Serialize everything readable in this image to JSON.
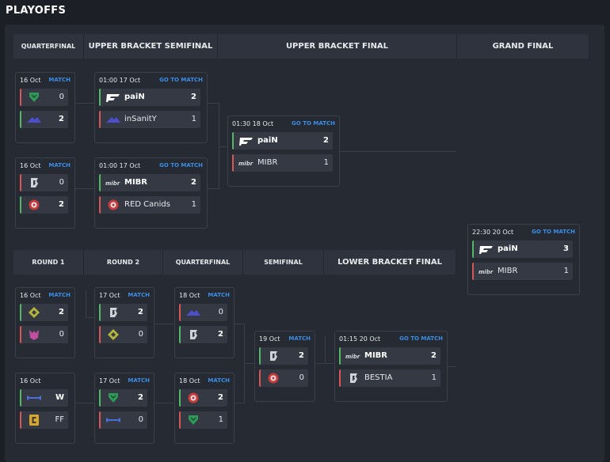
{
  "page": {
    "title": "PLAYOFFS"
  },
  "colors": {
    "win": "#52b866",
    "lose": "#d95656",
    "link": "#3a8ee6",
    "background": "#1c1f26",
    "panel": "#262a32"
  },
  "headers": {
    "upper": [
      "QUARTERFINAL",
      "UPPER BRACKET SEMIFINAL",
      "UPPER BRACKET FINAL",
      "GRAND FINAL"
    ],
    "lower": [
      "ROUND 1",
      "ROUND 2",
      "QUARTERFINAL",
      "SEMIFINAL",
      "LOWER BRACKET FINAL"
    ]
  },
  "matches": [
    {
      "date": "16 Oct",
      "link": "MATCH",
      "teams": [
        {
          "logo": "sharks-logo",
          "name": "",
          "score": "0",
          "result": "lose"
        },
        {
          "logo": "insanity-logo",
          "name": "",
          "score": "2",
          "result": "win"
        }
      ]
    },
    {
      "date": "16 Oct",
      "link": "MATCH",
      "teams": [
        {
          "logo": "bestia-logo",
          "name": "",
          "score": "0",
          "result": "lose"
        },
        {
          "logo": "red-canids-logo",
          "name": "",
          "score": "2",
          "result": "win"
        }
      ]
    },
    {
      "date": "01:00  17 Oct",
      "link": "GO TO MATCH",
      "teams": [
        {
          "logo": "pain-logo",
          "name": "paiN",
          "score": "2",
          "result": "win"
        },
        {
          "logo": "insanity-logo",
          "name": "inSanitY",
          "score": "1",
          "result": "lose"
        }
      ]
    },
    {
      "date": "01:00  17 Oct",
      "link": "GO TO MATCH",
      "teams": [
        {
          "logo": "mibr-logo",
          "name": "MIBR",
          "score": "2",
          "result": "win"
        },
        {
          "logo": "red-canids-logo",
          "name": "RED Canids",
          "score": "1",
          "result": "lose"
        }
      ]
    },
    {
      "date": "01:30  18 Oct",
      "link": "GO TO MATCH",
      "teams": [
        {
          "logo": "pain-logo",
          "name": "paiN",
          "score": "2",
          "result": "win"
        },
        {
          "logo": "mibr-logo",
          "name": "MIBR",
          "score": "1",
          "result": "lose"
        }
      ]
    },
    {
      "date": "22:30  20 Oct",
      "link": "GO TO MATCH",
      "teams": [
        {
          "logo": "pain-logo",
          "name": "paiN",
          "score": "3",
          "result": "win"
        },
        {
          "logo": "mibr-logo",
          "name": "MIBR",
          "score": "1",
          "result": "lose"
        }
      ]
    },
    {
      "date": "16 Oct",
      "link": "MATCH",
      "teams": [
        {
          "logo": "yellow-team-logo",
          "name": "",
          "score": "2",
          "result": "win"
        },
        {
          "logo": "pink-team-logo",
          "name": "",
          "score": "0",
          "result": "lose"
        }
      ]
    },
    {
      "date": "16 Oct",
      "link": "",
      "teams": [
        {
          "logo": "blue-team-logo",
          "name": "",
          "score": "W",
          "result": "win"
        },
        {
          "logo": "c-team-logo",
          "name": "",
          "score": "FF",
          "result": "lose"
        }
      ]
    },
    {
      "date": "17 Oct",
      "link": "MATCH",
      "teams": [
        {
          "logo": "bestia-logo",
          "name": "",
          "score": "2",
          "result": "win"
        },
        {
          "logo": "yellow-team-logo",
          "name": "",
          "score": "0",
          "result": "lose"
        }
      ]
    },
    {
      "date": "17 Oct",
      "link": "MATCH",
      "teams": [
        {
          "logo": "sharks-logo",
          "name": "",
          "score": "2",
          "result": "win"
        },
        {
          "logo": "blue-team-logo",
          "name": "",
          "score": "0",
          "result": "lose"
        }
      ]
    },
    {
      "date": "18 Oct",
      "link": "MATCH",
      "teams": [
        {
          "logo": "insanity-logo",
          "name": "",
          "score": "0",
          "result": "lose"
        },
        {
          "logo": "bestia-logo",
          "name": "",
          "score": "2",
          "result": "win"
        }
      ]
    },
    {
      "date": "18 Oct",
      "link": "MATCH",
      "teams": [
        {
          "logo": "red-canids-logo",
          "name": "",
          "score": "2",
          "result": "win"
        },
        {
          "logo": "sharks-logo",
          "name": "",
          "score": "1",
          "result": "lose"
        }
      ]
    },
    {
      "date": "19 Oct",
      "link": "MATCH",
      "teams": [
        {
          "logo": "bestia-logo",
          "name": "",
          "score": "2",
          "result": "win"
        },
        {
          "logo": "red-canids-logo",
          "name": "",
          "score": "0",
          "result": "lose"
        }
      ]
    },
    {
      "date": "01:15  20 Oct",
      "link": "GO TO MATCH",
      "teams": [
        {
          "logo": "mibr-logo",
          "name": "MIBR",
          "score": "2",
          "result": "win"
        },
        {
          "logo": "bestia-logo",
          "name": "BESTIA",
          "score": "1",
          "result": "lose"
        }
      ]
    }
  ]
}
